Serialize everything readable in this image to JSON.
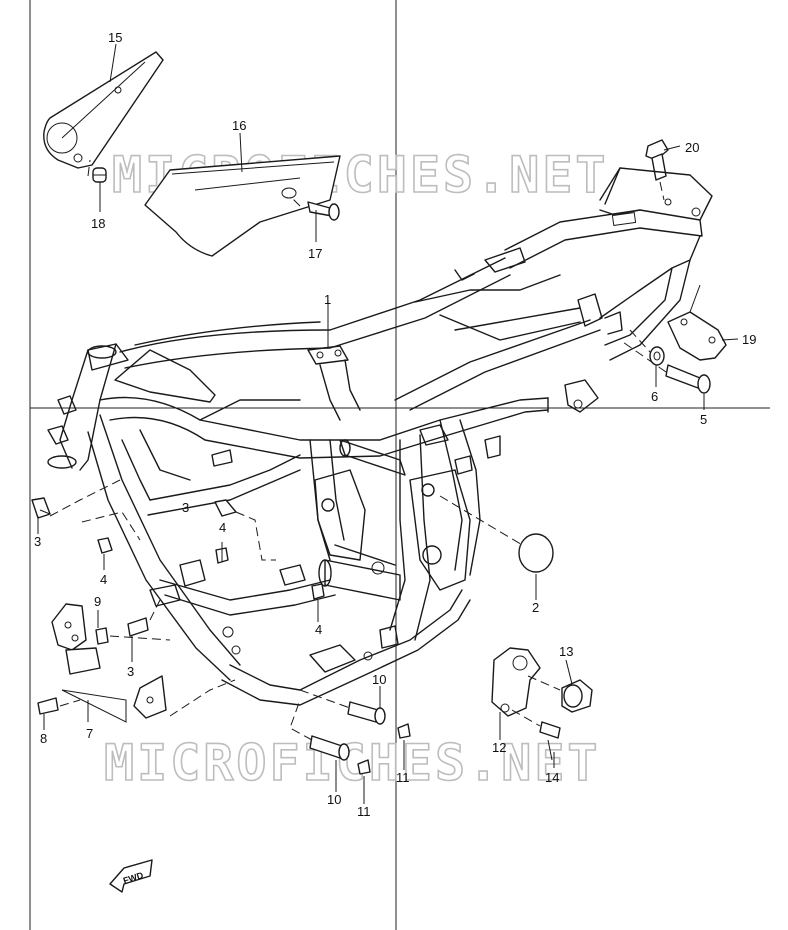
{
  "watermarks": [
    "MICROFICHES.NET",
    "MICROFICHES.NET"
  ],
  "fwd_label": "FWD",
  "callouts": {
    "c1": "1",
    "c2": "2",
    "c3a": "3",
    "c3b": "3",
    "c3c": "3",
    "c4a": "4",
    "c4b": "4",
    "c4c": "4",
    "c5": "5",
    "c6": "6",
    "c7": "7",
    "c8": "8",
    "c9": "9",
    "c10a": "10",
    "c10b": "10",
    "c11a": "11",
    "c11b": "11",
    "c12": "12",
    "c13": "13",
    "c14": "14",
    "c15": "15",
    "c16": "16",
    "c17": "17",
    "c18": "18",
    "c19": "19",
    "c20": "20"
  },
  "colors": {
    "ink": "#1a1a1a",
    "watermark": "#bdbdbd",
    "background": "#ffffff"
  }
}
